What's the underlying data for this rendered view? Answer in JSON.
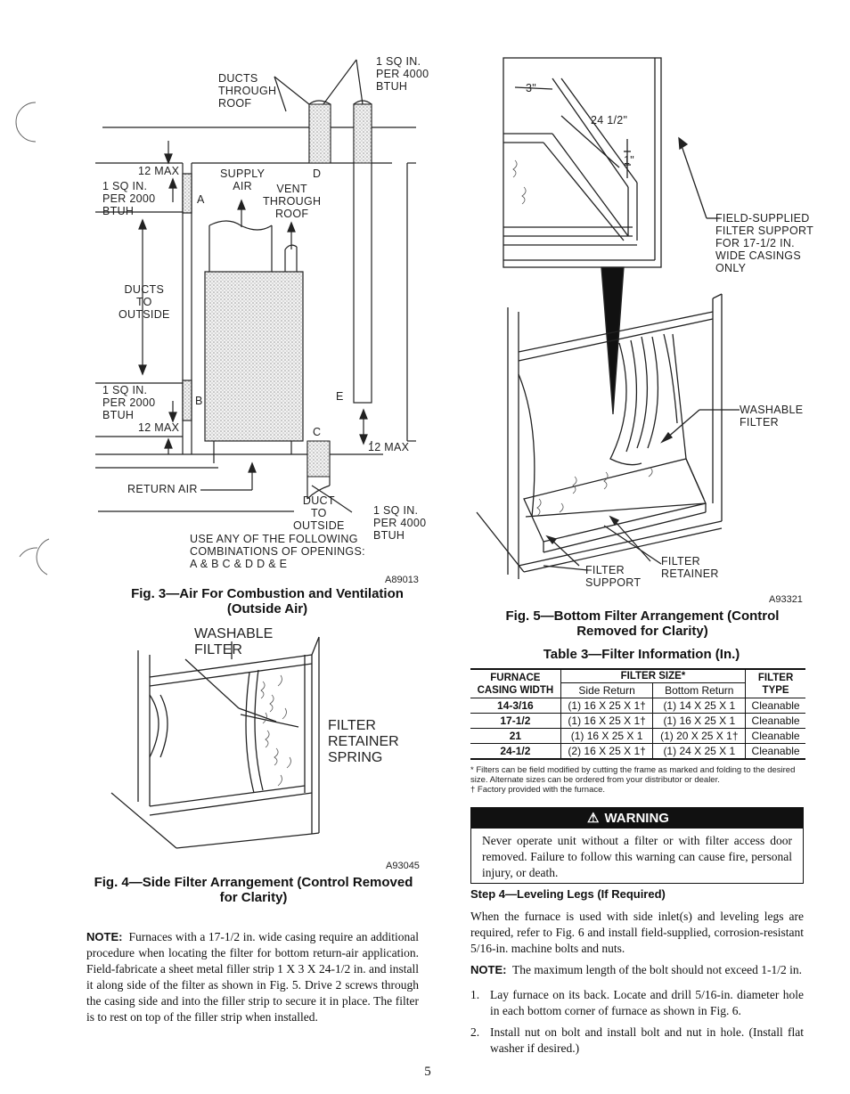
{
  "fig3": {
    "labels": {
      "ducts_through_roof": [
        "DUCTS",
        "THROUGH",
        "ROOF"
      ],
      "sq_in_4000_top": [
        "1 SQ IN.",
        "PER 4000",
        "BTUH"
      ],
      "max12_a": "12 MAX",
      "sq_in_2000_a": [
        "1 SQ IN.",
        "PER 2000",
        "BTUH"
      ],
      "supply_air": [
        "SUPPLY",
        "AIR"
      ],
      "d": "D",
      "a": "A",
      "vent_through_roof": [
        "VENT",
        "THROUGH",
        "ROOF"
      ],
      "ducts_to_outside": [
        "DUCTS",
        "TO",
        "OUTSIDE"
      ],
      "sq_in_2000_b": [
        "1 SQ IN.",
        "PER 2000",
        "BTUH"
      ],
      "b": "B",
      "e": "E",
      "max12_b": "12 MAX",
      "c": "C",
      "max12_c": "12 MAX",
      "return_air": "RETURN AIR",
      "duct_to_outside": [
        "DUCT",
        "TO",
        "OUTSIDE"
      ],
      "sq_in_4000_bottom": [
        "1 SQ IN.",
        "PER 4000",
        "BTUH"
      ],
      "combos": [
        "USE ANY OF THE FOLLOWING",
        "COMBINATIONS OF OPENINGS:",
        "A & B     C & D     D & E"
      ]
    },
    "code": "A89013",
    "caption": [
      "Fig. 3—Air For Combustion and Ventilation",
      "(Outside Air)"
    ]
  },
  "fig4": {
    "washable_filter": [
      "WASHABLE",
      "FILTER"
    ],
    "filter_retainer_spring": [
      "FILTER",
      "RETAINER",
      "SPRING"
    ],
    "code": "A93045",
    "caption": [
      "Fig. 4—Side Filter Arrangement (Control Removed",
      "for Clarity)"
    ]
  },
  "fig5": {
    "dim_3": "3\"",
    "dim_24": "24 1/2\"",
    "dim_1": "1\"",
    "field_supplied": [
      "FIELD-SUPPLIED",
      "FILTER SUPPORT",
      "FOR 17-1/2 IN.",
      "WIDE CASINGS",
      "ONLY"
    ],
    "washable_filter": [
      "WASHABLE",
      "FILTER"
    ],
    "filter_retainer": [
      "FILTER",
      "RETAINER"
    ],
    "filter_support": [
      "FILTER",
      "SUPPORT"
    ],
    "code": "A93321",
    "caption": [
      "Fig. 5—Bottom Filter Arrangement (Control",
      "Removed for Clarity)"
    ]
  },
  "table3": {
    "title": "Table 3—Filter Information (In.)",
    "head": {
      "col1": [
        "FURNACE",
        "CASING WIDTH"
      ],
      "col2": "FILTER SIZE*",
      "side": "Side Return",
      "bottom": "Bottom Return",
      "col4": [
        "FILTER",
        "TYPE"
      ]
    },
    "rows": [
      {
        "w": "14-3/16",
        "side": "(1) 16 X 25 X 1†",
        "bottom": "(1) 14 X 25 X 1",
        "type": "Cleanable"
      },
      {
        "w": "17-1/2",
        "side": "(1) 16 X 25 X 1†",
        "bottom": "(1) 16 X 25 X 1",
        "type": "Cleanable"
      },
      {
        "w": "21",
        "side": "(1) 16 X 25 X 1",
        "bottom": "(1) 20 X 25 X 1†",
        "type": "Cleanable"
      },
      {
        "w": "24-1/2",
        "side": "(2) 16 X 25 X 1†",
        "bottom": "(1) 24 X 25 X 1",
        "type": "Cleanable"
      }
    ],
    "footnotes": [
      "* Filters can be field modified by cutting the frame as marked and folding to the desired size. Alternate sizes can be ordered from your distributor or dealer.",
      "† Factory provided with the furnace."
    ]
  },
  "warning": {
    "title": "WARNING",
    "text": "Never operate unit without a filter or with filter access door removed. Failure to follow this warning can cause fire, personal injury, or death."
  },
  "step4": {
    "heading": "Step 4—Leveling Legs (If Required)",
    "p1": "When the furnace is used with side inlet(s) and leveling legs are required, refer to Fig. 6 and install field-supplied, corrosion-resistant 5/16-in. machine bolts and nuts.",
    "note_label": "NOTE:",
    "note_text": "The maximum length of the bolt should not exceed 1-1/2 in.",
    "items": [
      {
        "n": "1.",
        "text": "Lay furnace on its back. Locate and drill 5/16-in. diameter hole in each bottom corner of furnace as shown in Fig. 6."
      },
      {
        "n": "2.",
        "text": "Install nut on bolt and install bolt and nut in hole. (Install flat washer if desired.)"
      }
    ]
  },
  "left_note": {
    "label": "NOTE:",
    "text": "Furnaces with a 17-1/2 in. wide casing require an additional procedure when locating the filter for bottom return-air application. Field-fabricate a sheet metal filler strip 1 X 3 X 24-1/2 in. and install it along side of the filter as shown in Fig. 5. Drive 2 screws through the casing side and into the filler strip to secure it in place. The filter is to rest on top of the filler strip when installed."
  },
  "page_number": "5"
}
